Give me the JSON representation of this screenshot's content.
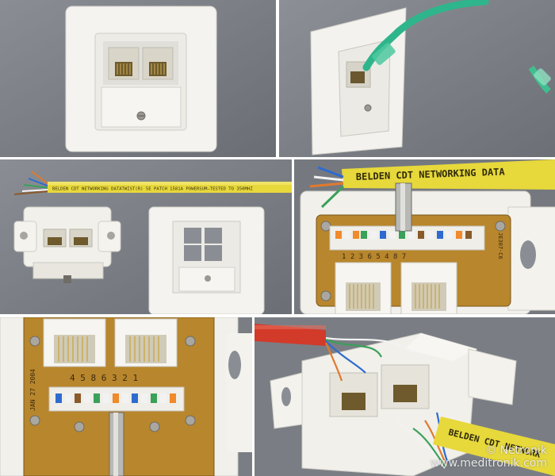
{
  "panels": [
    {
      "id": "faceplate-front"
    },
    {
      "id": "faceplate-with-patch-cable"
    },
    {
      "id": "jack-insert-and-frame"
    },
    {
      "id": "terminal-block-upper"
    },
    {
      "id": "terminal-block-lower"
    },
    {
      "id": "wired-jack-angle"
    }
  ],
  "cable_print": {
    "panel3": "BELDEN CDT NETWORKING DATATWIST(R) 5E PATCH 1581A POWERSUM—TESTED TO 350MHZ",
    "panel4": "BELDEN CDT NETWORKING DATA",
    "panel6": "BELDEN CDT NETWORK"
  },
  "board_print": {
    "pin_numbers_upper": "1 2 3 6 5 4 8 7",
    "part_code": "JE307-C6",
    "pin_numbers_lower": "4 5 8 6 3 2 1",
    "date_code": "JAN 27 2004"
  },
  "watermark": {
    "brand": "© Netronik",
    "url": "www.meditronik.com"
  },
  "colors": {
    "background_gray": "#7b7f85",
    "plastic_white": "#f2f1ec",
    "cable_yellow": "#e7d83b",
    "cable_green": "#2fb58c",
    "cable_red": "#d23a2a",
    "pcb_brown": "#b8862c"
  }
}
